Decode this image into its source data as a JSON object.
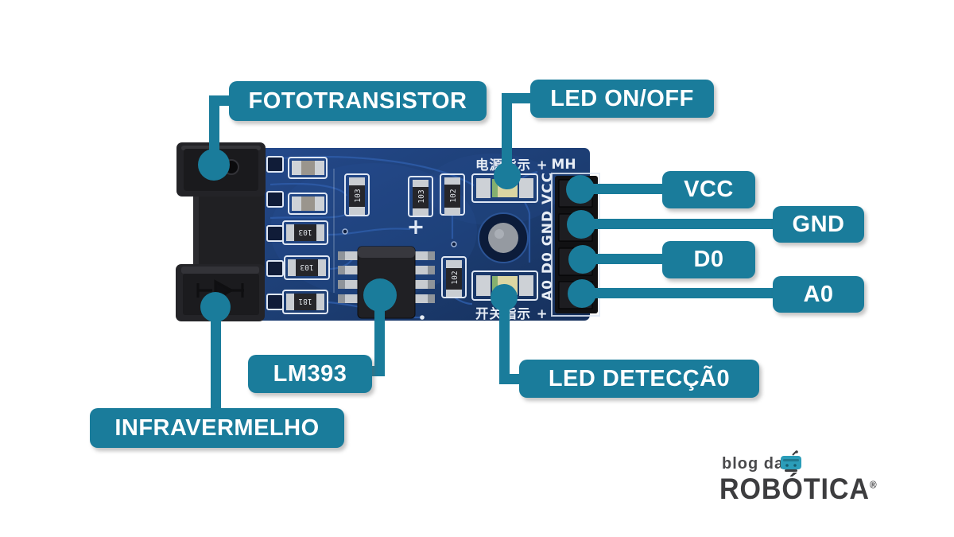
{
  "colors": {
    "accent": "#1a7c9b",
    "pcb_blue": "#1d4077",
    "pcb_trace": "#2e5ca8",
    "silkscreen": "#e7edf5",
    "sensor_black": "#212124",
    "pad_silver": "#c6cacf",
    "led_yellow": "#dcd6a2",
    "led_green": "#85b06f",
    "logo_gray": "#3d3d3f",
    "logo_teal": "#2b9db9",
    "background": "#ffffff"
  },
  "callouts": {
    "fototransistor": "FOTOTRANSISTOR",
    "led_on_off": "LED ON/OFF",
    "vcc": "VCC",
    "gnd": "GND",
    "d0": "D0",
    "a0": "A0",
    "lm393": "LM393",
    "led_deteccao": "LED DETECÇÃ0",
    "infravermelho": "INFRAVERMELHO"
  },
  "board": {
    "silkscreen": {
      "power_indicator": "电源指示 +",
      "model": "MH",
      "pin_labels": "A0  D0 GND VCC",
      "switch_indicator": "开关指示 +"
    },
    "resistors": [
      "103",
      "103",
      "181",
      "103",
      "103",
      "102",
      "102"
    ]
  },
  "logo": {
    "line1": "blog da",
    "line2": "ROBÓTICA",
    "registered": "®"
  }
}
